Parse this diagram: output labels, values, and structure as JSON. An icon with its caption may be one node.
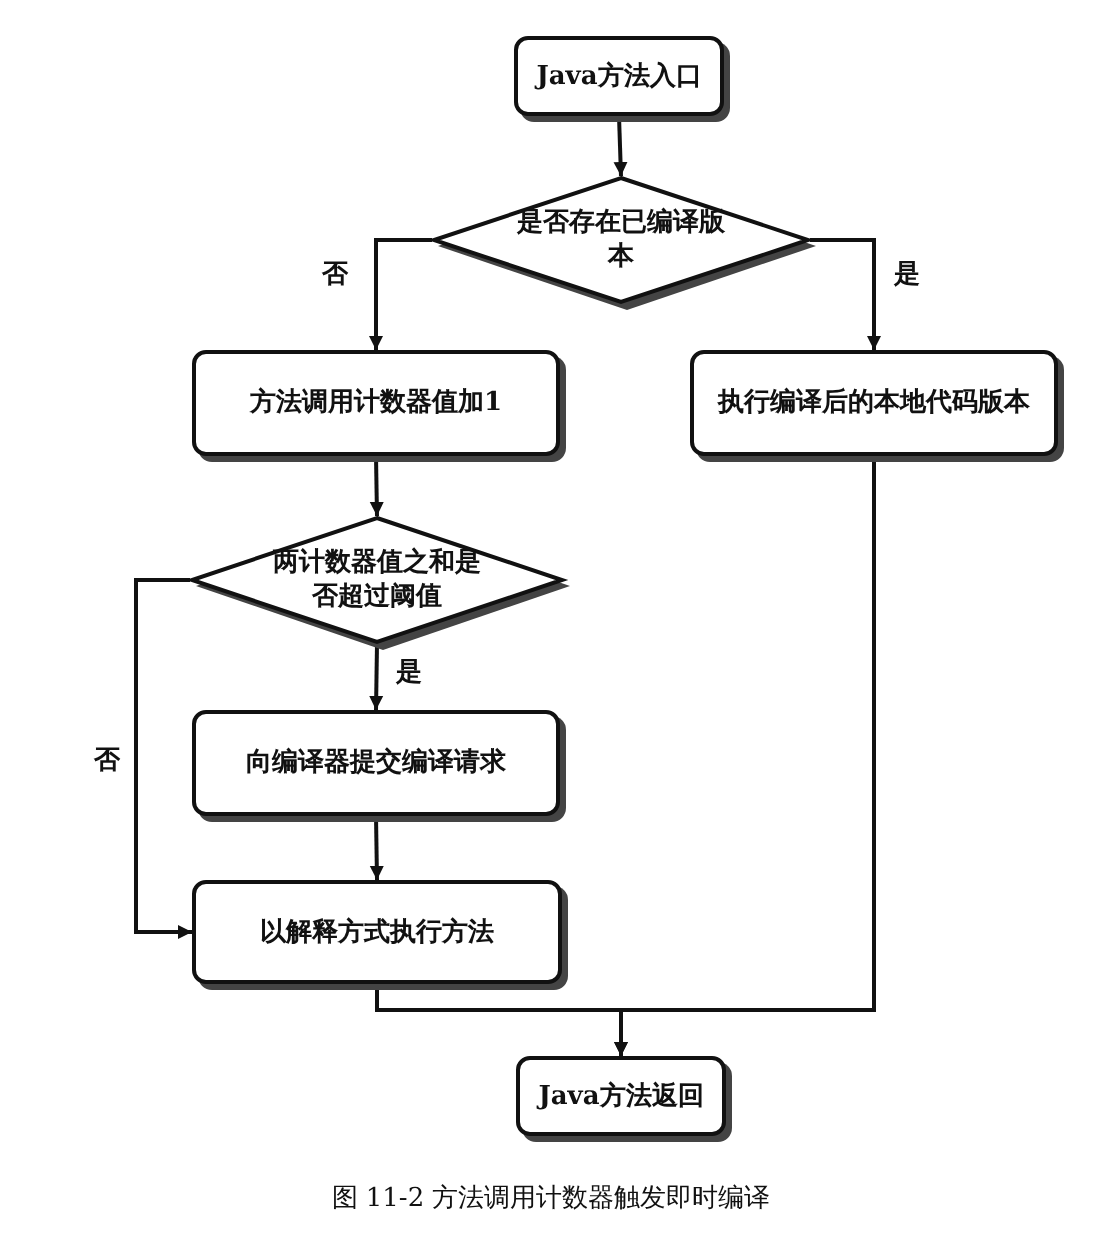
{
  "diagram": {
    "caption": "图 11-2 方法调用计数器触发即时编译",
    "nodes": [
      {
        "text": [
          "Java方法入口"
        ]
      },
      {
        "text": [
          "是否存在已编译版本"
        ]
      },
      {
        "text": [
          "方法调用计数器值加1"
        ]
      },
      {
        "text": [
          "执行编译后的本地代码版本"
        ]
      },
      {
        "text": [
          "两计数器值之和是否超过阈值"
        ]
      },
      {
        "text": [
          "向编译器提交编译请求"
        ]
      },
      {
        "text": [
          "以解释方式执行方法"
        ]
      },
      {
        "text": [
          "Java方法返回"
        ]
      }
    ],
    "edges": [
      {
        "from": 0,
        "to": 1,
        "arrow": "to"
      },
      {
        "from": 1,
        "to": 2,
        "arrow": "to",
        "label": "否"
      },
      {
        "from": 1,
        "to": 3,
        "arrow": "to",
        "label": "是"
      },
      {
        "from": 2,
        "to": 4,
        "arrow": "to"
      },
      {
        "from": 4,
        "to": 5,
        "arrow": "to",
        "label": "是"
      },
      {
        "from": 4,
        "to": 6,
        "arrow": "to",
        "label": "否"
      },
      {
        "from": 5,
        "to": 6,
        "arrow": "to"
      },
      {
        "from": 6,
        "to": 7,
        "arrow": "to"
      },
      {
        "from": 3,
        "to": 7,
        "arrow": "to"
      }
    ]
  }
}
